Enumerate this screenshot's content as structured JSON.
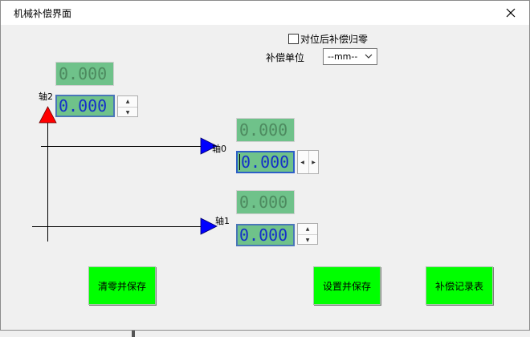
{
  "window": {
    "title": "机械补偿界面"
  },
  "options": {
    "reset_after_align_label": "对位后补偿归零",
    "reset_after_align_checked": false
  },
  "unit": {
    "label": "补偿单位",
    "selected": "--mm--"
  },
  "axis2": {
    "label": "轴2",
    "current": "0.000",
    "input": "0.000"
  },
  "axis0": {
    "label": "轴0",
    "current": "0.000",
    "input": "0.000"
  },
  "axis1": {
    "label": "轴1",
    "current": "0.000",
    "input": "0.000"
  },
  "buttons": {
    "clear_save": "清零并保存",
    "set_save": "设置并保存",
    "log_table": "补偿记录表"
  },
  "colors": {
    "display_bg": "#6fc28a",
    "input_text": "#1531c8",
    "button_bg": "#00ff00",
    "arrow_red": "#ff0000",
    "arrow_blue": "#0000ff"
  },
  "icons": {
    "close": "close-icon",
    "spin_up": "spin-up-icon",
    "spin_down": "spin-down-icon",
    "spin_left": "spin-left-icon",
    "spin_right": "spin-right-icon",
    "checkbox": "checkbox-icon",
    "dropdown": "chevron-down-icon"
  }
}
